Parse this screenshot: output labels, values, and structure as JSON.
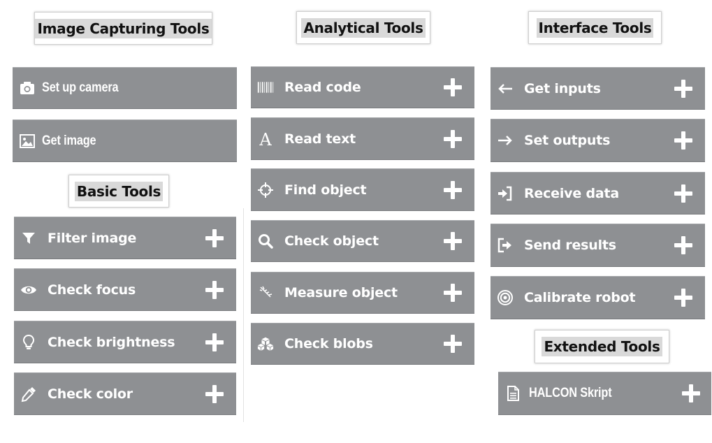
{
  "headers": {
    "image_capturing": "Image Capturing Tools",
    "analytical": "Analytical Tools",
    "interface": "Interface Tools",
    "basic": "Basic Tools",
    "extended": "Extended Tools"
  },
  "image_capturing_tools": [
    {
      "label": "Set up camera",
      "icon": "camera-icon"
    },
    {
      "label": "Get image",
      "icon": "image-icon"
    }
  ],
  "basic_tools": [
    {
      "label": "Filter image",
      "icon": "filter-icon"
    },
    {
      "label": "Check focus",
      "icon": "eye-icon"
    },
    {
      "label": "Check brightness",
      "icon": "lightbulb-icon"
    },
    {
      "label": "Check color",
      "icon": "eyedropper-icon"
    }
  ],
  "analytical_tools": [
    {
      "label": "Read code",
      "icon": "barcode-icon"
    },
    {
      "label": "Read text",
      "icon": "text-icon"
    },
    {
      "label": "Find object",
      "icon": "crosshair-icon"
    },
    {
      "label": "Check object",
      "icon": "search-icon"
    },
    {
      "label": "Measure object",
      "icon": "caliper-icon"
    },
    {
      "label": "Check blobs",
      "icon": "cubes-icon"
    }
  ],
  "interface_tools": [
    {
      "label": "Get inputs",
      "icon": "arrow-left-icon"
    },
    {
      "label": "Set outputs",
      "icon": "arrow-right-icon"
    },
    {
      "label": "Receive data",
      "icon": "sign-in-icon"
    },
    {
      "label": "Send results",
      "icon": "sign-out-icon"
    },
    {
      "label": "Calibrate robot",
      "icon": "target-icon"
    }
  ],
  "extended_tools": [
    {
      "label": "HALCON Skript",
      "icon": "document-icon"
    }
  ],
  "colors": {
    "tile": "#8e9093",
    "header_highlight": "#d9d9d9",
    "text": "#ffffff"
  }
}
